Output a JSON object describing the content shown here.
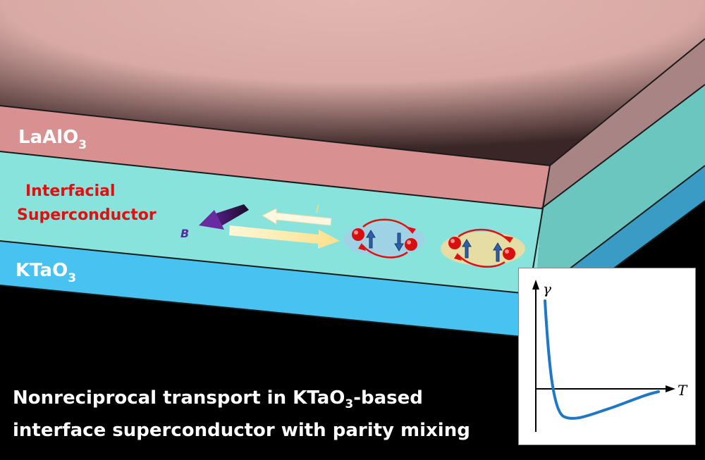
{
  "layers": {
    "top": {
      "name": "LaAlO",
      "sub": "3",
      "color": "#d99393"
    },
    "interface": {
      "line1": "Interfacial",
      "line2": "Superconductor",
      "color": "#86e2dc"
    },
    "substrate": {
      "name": "KTaO",
      "sub": "3",
      "color": "#4ac3f0"
    }
  },
  "symbols": {
    "field": "B",
    "current": "I"
  },
  "caption": {
    "line1_pre": "Nonreciprocal transport in KTaO",
    "line1_sub": "3",
    "line1_post": "-based",
    "line2": "interface superconductor with parity mixing"
  },
  "inset": {
    "y_label": "γ",
    "x_label": "T"
  },
  "colors": {
    "accent_red": "#e01010",
    "curve": "#1f77c8",
    "arrow": "#5a1f8a"
  }
}
